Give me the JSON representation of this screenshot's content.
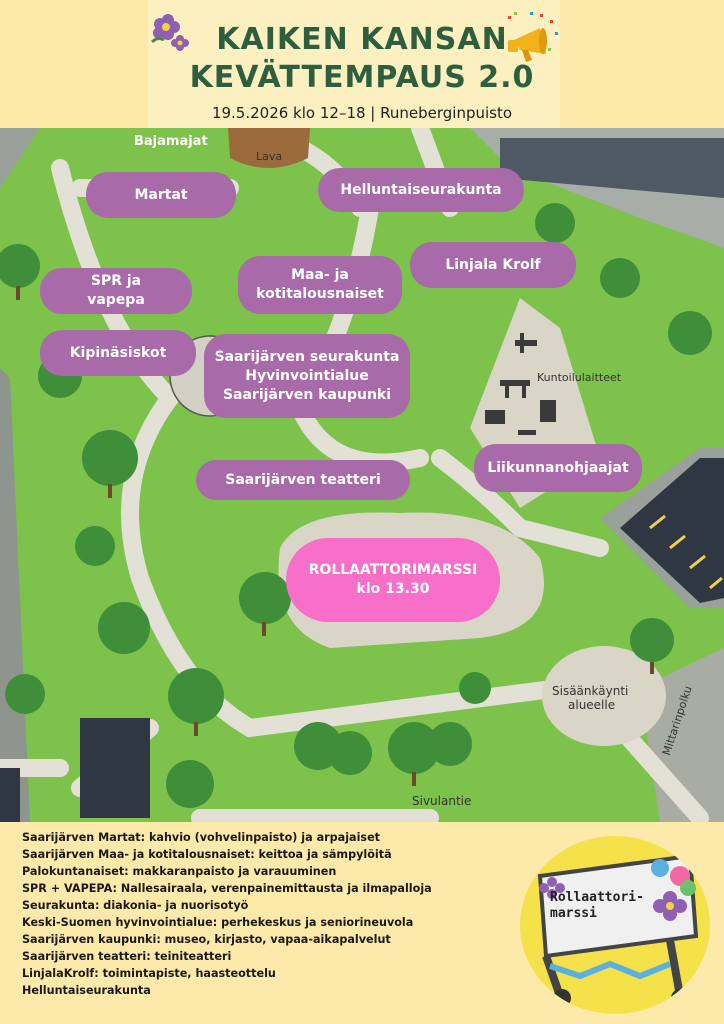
{
  "header": {
    "title_line1": "KAIKEN KANSAN",
    "title_line2": "KEVÄTTEMPAUS 2.0",
    "subtitle": "19.5.2026 klo 12–18 | Runeberginpuisto"
  },
  "map": {
    "labels": {
      "bajamajat": "Bajamajat",
      "lava": "Lava",
      "kuntoilulaitteet": "Kuntoilulaitteet",
      "sisaankaynti_1": "Sisäänkäynti",
      "sisaankaynti_2": "alueelle",
      "sivulantie": "Sivulantie",
      "mittarinpolku": "Mittarinpolku"
    },
    "pills": {
      "martat": "Martat",
      "helluntai": "Helluntaiseurakunta",
      "linjala": "Linjala Krolf",
      "spr": "SPR ja\nvapepa",
      "maa": "Maa- ja\nkotitalousnaiset",
      "kipinasiskot": "Kipinäsiskot",
      "seurakunta": "Saarijärven seurakunta\nHyvinvointialue\nSaarijärven kaupunki",
      "liikunnan": "Liikunnanohjaajat",
      "teatteri": "Saarijärven teatteri",
      "rollaattori": "ROLLAATTORIMARSSI\nklo 13.30"
    }
  },
  "legend": [
    "Saarijärven Martat: kahvio (vohvelinpaisto) ja arpajaiset",
    "Saarijärven Maa- ja kotitalousnaiset: keittoa ja sämpylöitä",
    "Palokuntanaiset: makkaranpaisto ja varauuminen",
    "SPR + VAPEPA: Nallesairaala, verenpainemittausta ja ilmapalloja",
    "Seurakunta: diakonia- ja nuorisotyö",
    "Keski-Suomen hyvinvointialue: perhekeskus ja seniorineuvola",
    "Saarijärven kaupunki: museo, kirjasto, vapaa-aikapalvelut",
    "Saarijärven teatteri: teiniteatteri",
    "LinjalaKrolf: toimintapiste, haasteottelu",
    "Helluntaiseurakunta"
  ],
  "badge": {
    "text": "Rollaattori-\nmarssi"
  },
  "colors": {
    "title_green": "#2d5f3f",
    "pill_purple": "#a86aa8",
    "pill_pink": "#f76fc8",
    "grass": "#7dc24a",
    "path": "#e3e1d6"
  }
}
